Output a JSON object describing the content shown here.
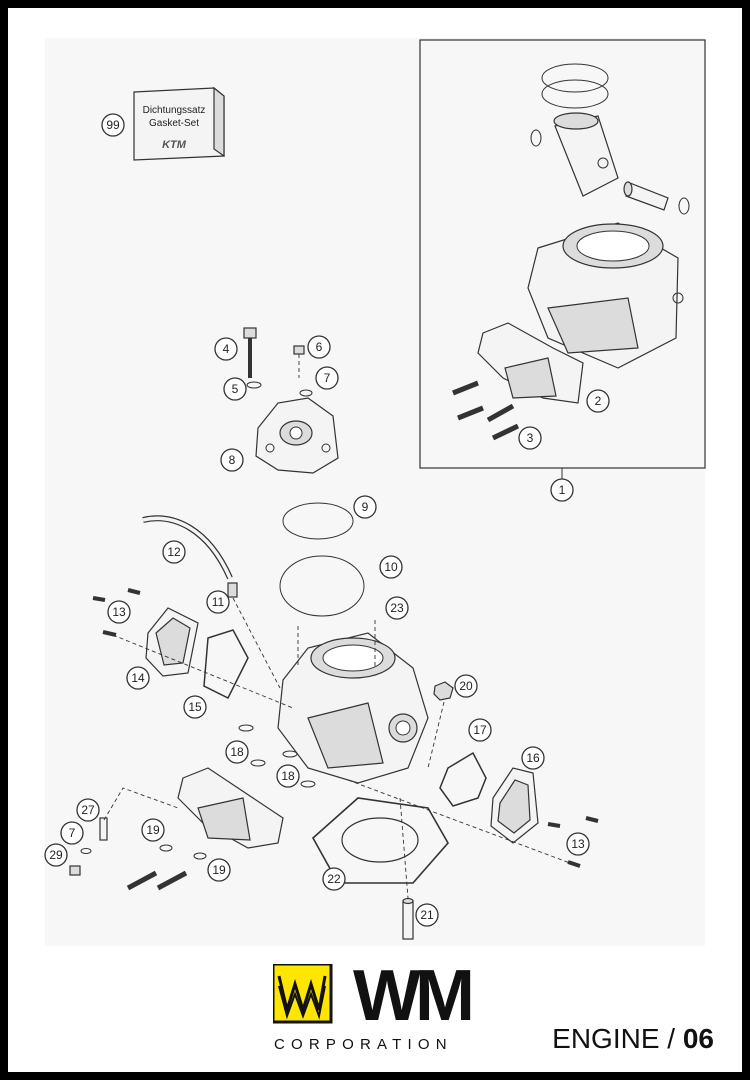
{
  "gasket_box": {
    "line1": "Dichtungssatz",
    "line2": "Gasket-Set",
    "brand": "KTM"
  },
  "callouts": [
    "99",
    "1",
    "2",
    "3",
    "4",
    "5",
    "6",
    "7",
    "8",
    "9",
    "10",
    "11",
    "12",
    "13",
    "14",
    "15",
    "16",
    "17",
    "18",
    "18",
    "19",
    "19",
    "20",
    "21",
    "22",
    "23",
    "27",
    "7",
    "29",
    "13"
  ],
  "logo": {
    "letters": "WM",
    "company": "CORPORATION",
    "colors": {
      "yellow": "#ffe600",
      "black": "#111111"
    }
  },
  "footer": {
    "section": "ENGINE",
    "separator": " / ",
    "number": "06"
  }
}
